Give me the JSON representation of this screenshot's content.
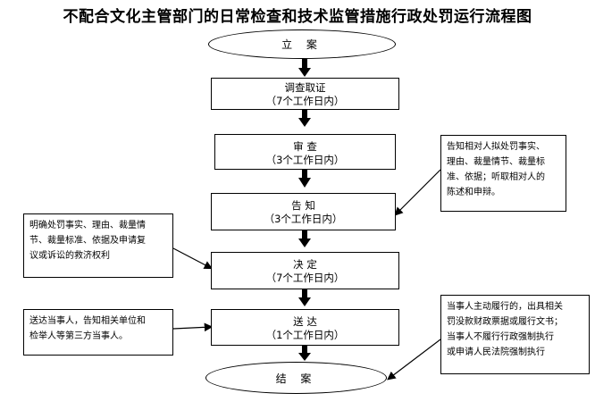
{
  "title": "不配合文化主管部门的日常检查和技术监管措施行政处罚运行流程图",
  "start": "立  案",
  "end": "结  案",
  "steps": [
    {
      "label": "调查取证",
      "time": "（7个工作日内）"
    },
    {
      "label": "审  查",
      "time": "（3个工作日内）"
    },
    {
      "label": "告  知",
      "time": "（3个工作日内）"
    },
    {
      "label": "决  定",
      "time": "（7个工作日内）"
    },
    {
      "label": "送  达",
      "time": "（1个工作日内）"
    }
  ],
  "notes": {
    "inform": [
      "告知相对人拟处罚事实、",
      "理由、裁量情节、裁量标",
      "准、依据；听取相对人的",
      "陈述和申辩。"
    ],
    "decision": [
      "明确处罚事实、理由、裁量情",
      "节、裁量标准、依据及申请复",
      "议或诉讼的救济权利"
    ],
    "delivery": [
      "送达当事人，告知相关单位和",
      "检举人等第三方当事人。"
    ],
    "close": [
      "当事人主动履行的，出具相关",
      "罚没款财政票据或履行文书；",
      "当事人不履行行政强制执行",
      "或申请人民法院强制执行"
    ]
  }
}
